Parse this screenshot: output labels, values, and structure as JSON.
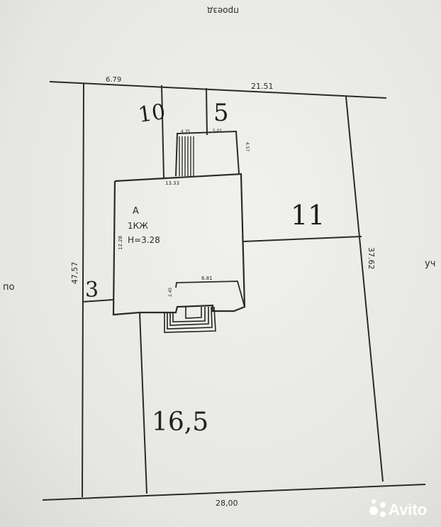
{
  "plan": {
    "top_label": "проезд",
    "left_label": "по",
    "right_label": "уч",
    "dims": {
      "top_left": "6.79",
      "top_right": "21.51",
      "left": "47,57",
      "right": "37.62",
      "bottom": "28,00",
      "house_top": "13.33",
      "house_left": "12.28",
      "porch_top_a": "4.35",
      "porch_top_b": "5.01",
      "porch_right": "4.57",
      "porch_bottom": "6.81",
      "porch_bottom_small": "2.45"
    },
    "building": {
      "letter": "А",
      "type": "1КЖ",
      "height": "Н=3.28"
    },
    "parcels": [
      "10",
      "5",
      "11",
      "3",
      "16,5"
    ]
  },
  "watermark": {
    "text": "Avito",
    "icon": "avito-logo-icon"
  }
}
